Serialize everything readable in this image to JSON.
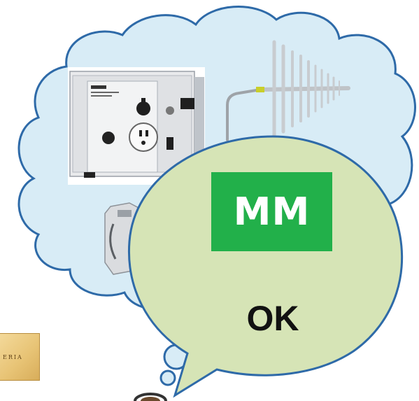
{
  "thought_bubble": {
    "images": [
      "signal-generator-icon",
      "log-periodic-antenna-icon",
      "current-probe-icon"
    ]
  },
  "speech_bubble": {
    "badge_label": "MM",
    "status_label": "OK"
  },
  "corner_logo": {
    "fragment_text": "ERIA"
  },
  "colors": {
    "thought_fill": "#d8ecf6",
    "thought_stroke": "#2e6aa8",
    "speech_fill": "#d6e4b6",
    "speech_stroke": "#2e6aa8",
    "badge_green": "#22b04a"
  }
}
